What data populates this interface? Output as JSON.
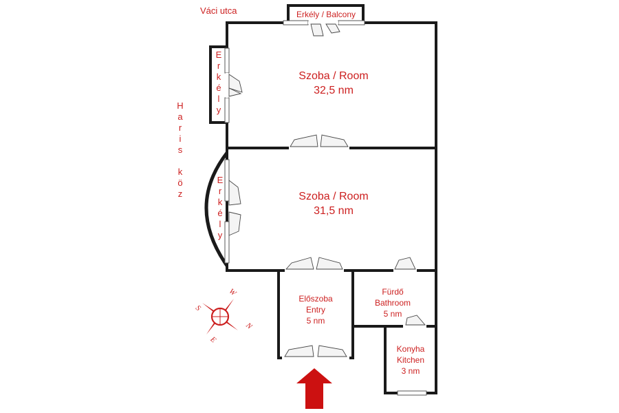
{
  "streets": {
    "top": "Váci utca",
    "left": "Haris köz"
  },
  "balconies": {
    "top": "Erkély / Balcony",
    "left_upper": "Erkély",
    "left_lower": "Erkély"
  },
  "rooms": {
    "room1": {
      "name": "Szoba / Room",
      "area": "32,5 nm"
    },
    "room2": {
      "name": "Szoba / Room",
      "area": "31,5 nm"
    },
    "entry": {
      "name": "Előszoba",
      "name_en": "Entry",
      "area": "5 nm"
    },
    "bathroom": {
      "name": "Fürdő",
      "name_en": "Bathroom",
      "area": "5 nm"
    },
    "kitchen": {
      "name": "Konyha",
      "name_en": "Kitchen",
      "area": "3 nm"
    }
  },
  "compass": {
    "n": "N",
    "s": "S",
    "e": "E",
    "w": "W"
  },
  "colors": {
    "label": "#cc1f1f",
    "wall": "#1a1a1a",
    "arrow": "#cc1111"
  },
  "icons": {
    "entrance": "entrance-arrow-icon",
    "compass": "compass-rose-icon"
  }
}
